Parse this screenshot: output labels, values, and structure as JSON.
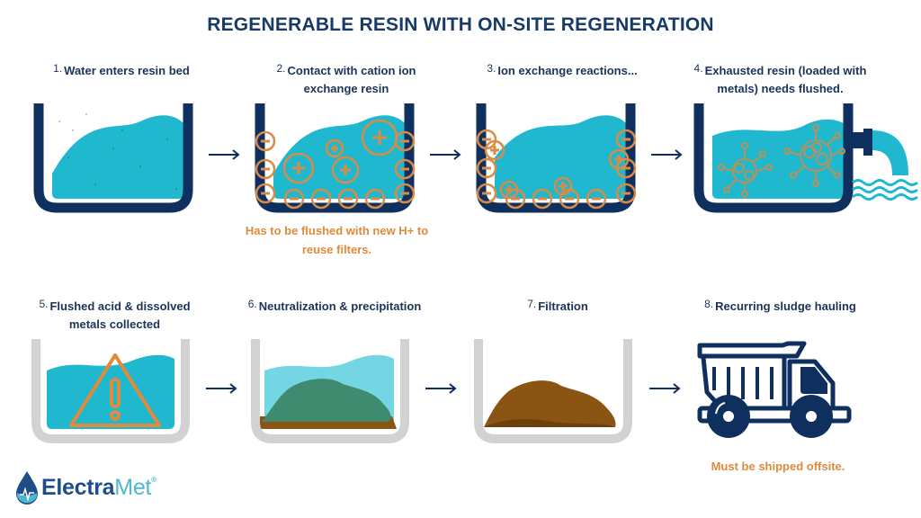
{
  "title": "REGENERABLE RESIN WITH ON-SITE REGENERATION",
  "colors": {
    "navy": "#0f2f5e",
    "water": "#1fb8cf",
    "light_water": "#74d5e3",
    "orange": "#e08a3c",
    "ion_ring": "#d98c45",
    "gray_tank": "#d2d2d2",
    "sludge_green": "#3f8b6f",
    "sludge_brown": "#8a5412"
  },
  "steps": [
    {
      "num": "1.",
      "label": "Water enters resin bed"
    },
    {
      "num": "2.",
      "label": "Contact with cation ion exchange resin"
    },
    {
      "num": "3.",
      "label": "Ion exchange reactions..."
    },
    {
      "num": "4.",
      "label": "Exhausted resin (loaded with metals) needs flushed."
    },
    {
      "num": "5.",
      "label": "Flushed acid & dissolved metals collected"
    },
    {
      "num": "6.",
      "label": "Neutralization & precipitation"
    },
    {
      "num": "7.",
      "label": "Filtration"
    },
    {
      "num": "8.",
      "label": "Recurring sludge hauling"
    }
  ],
  "notes": {
    "step2": "Has to be flushed with new H+ to reuse filters.",
    "step8": "Must be shipped offsite."
  },
  "icons": {
    "arrow": "right-arrow-icon",
    "warning": "warning-triangle-icon",
    "molecule": "metal-molecule-icon",
    "truck": "dump-truck-icon",
    "drop": "water-drop-icon"
  },
  "logo": {
    "name_bold": "Electra",
    "name_light": "Met",
    "mark": "®"
  }
}
